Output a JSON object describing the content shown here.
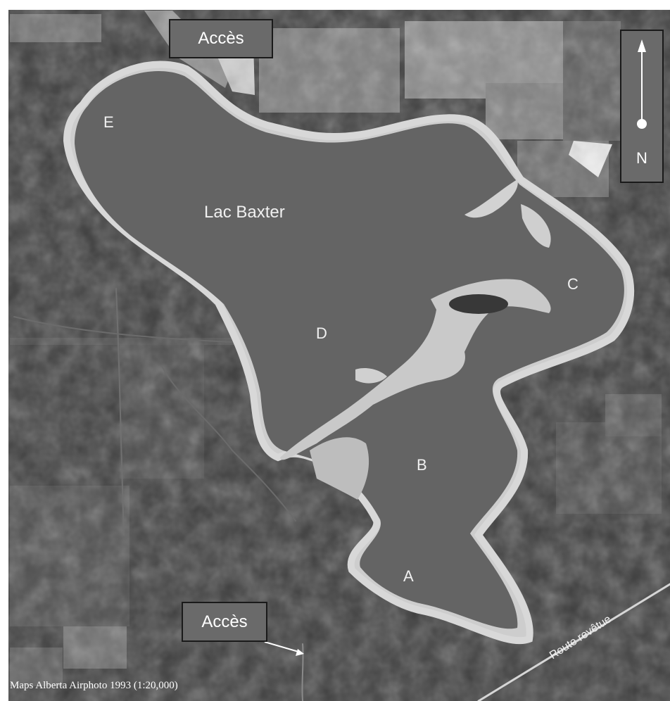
{
  "map": {
    "lake_name": "Lac Baxter",
    "lake_labels": [
      "E",
      "D",
      "C",
      "B",
      "A"
    ],
    "access_labels": [
      "Accès",
      "Accès"
    ],
    "north_label": "N",
    "road_label": "Route revêtue",
    "credit": "Maps Alberta Airphoto 1993 (1:20,000)",
    "colors": {
      "water": "#646464",
      "land_dark": "#3a3a3a",
      "shore": "#c8c8c8",
      "label_box": "#6a6a6a"
    }
  }
}
